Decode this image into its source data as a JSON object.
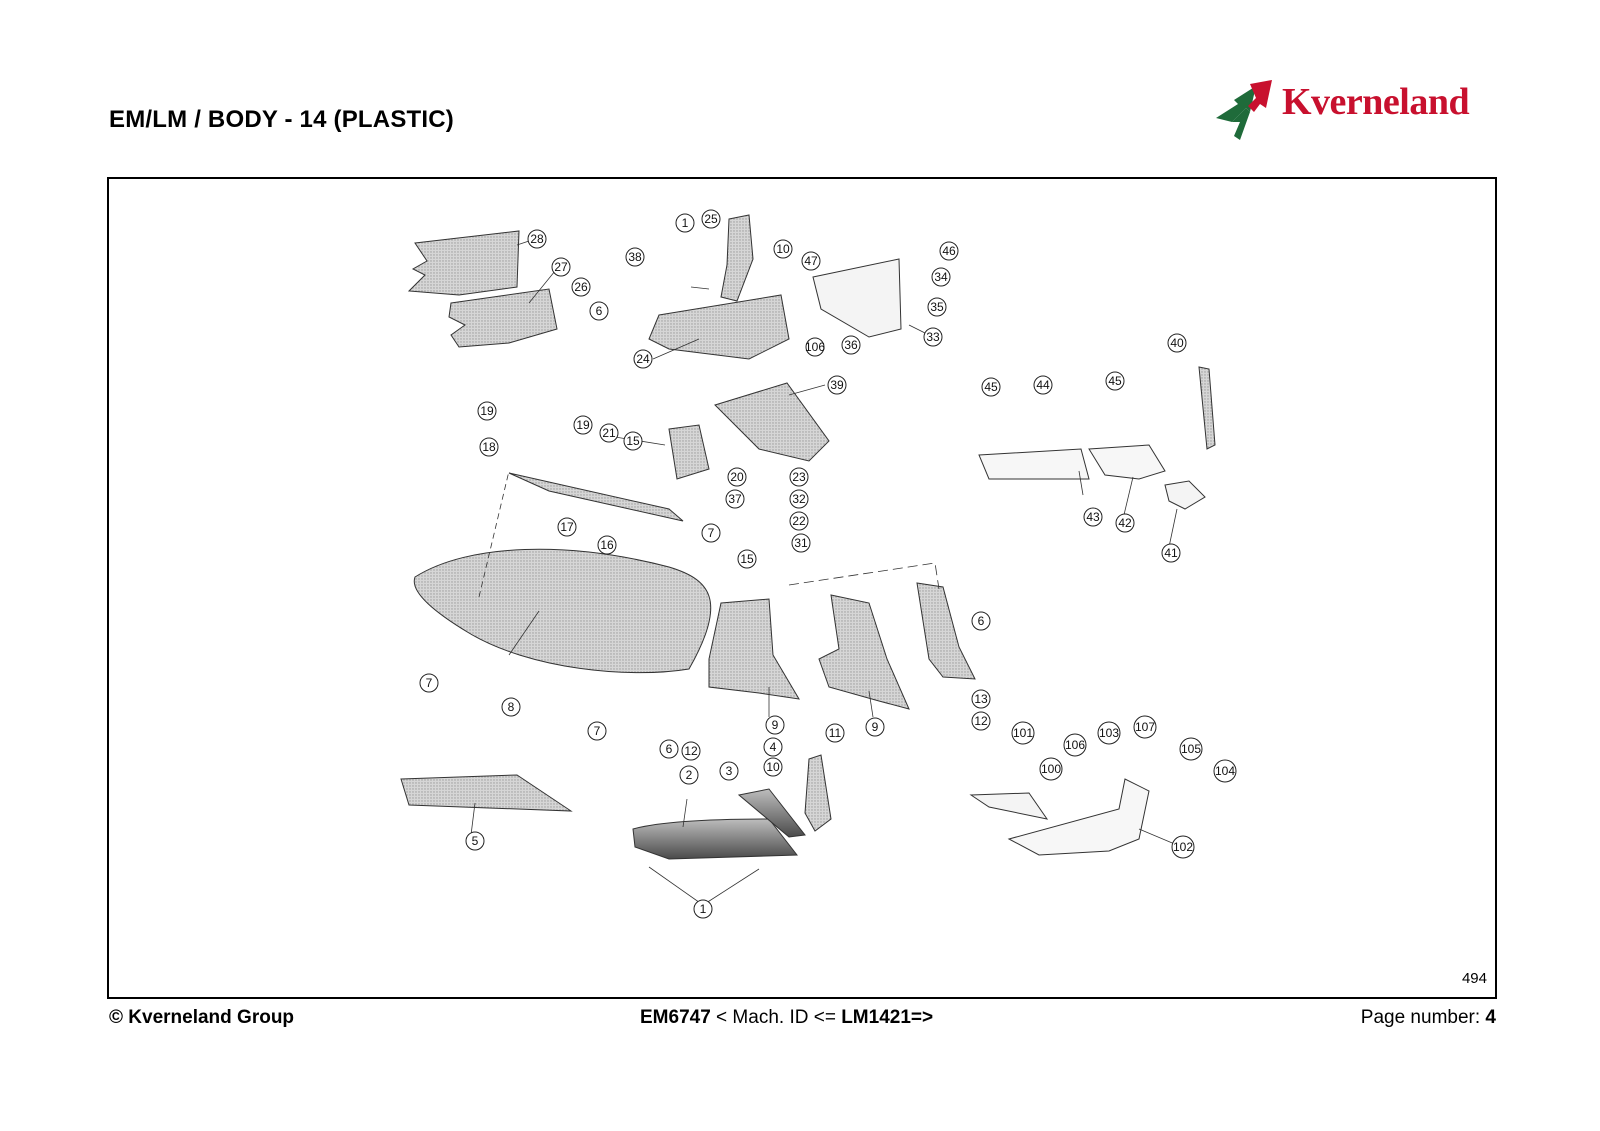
{
  "header": {
    "title": "EM/LM / BODY - 14 (PLASTIC)",
    "logo_text": "Kverneland",
    "colors": {
      "brand_red": "#c8102e",
      "brand_green": "#1f6b3a"
    }
  },
  "drawing": {
    "number": "494",
    "callouts": [
      "1",
      "25",
      "10",
      "38",
      "47",
      "46",
      "34",
      "35",
      "33",
      "36",
      "106",
      "28",
      "27",
      "26",
      "6",
      "24",
      "40",
      "39",
      "45",
      "44",
      "45",
      "19",
      "19",
      "21",
      "15",
      "18",
      "20",
      "23",
      "37",
      "32",
      "43",
      "42",
      "41",
      "17",
      "22",
      "31",
      "7",
      "16",
      "15",
      "6",
      "7",
      "8",
      "9",
      "9",
      "13",
      "12",
      "7",
      "6",
      "12",
      "11",
      "4",
      "10",
      "101",
      "106",
      "103",
      "107",
      "105",
      "104",
      "100",
      "102",
      "2",
      "3",
      "5",
      "1"
    ]
  },
  "footer": {
    "copyright": "© Kverneland Group",
    "em_code": "EM6747",
    "mach_id_text": " < Mach. ID <= ",
    "lm_code": "LM1421=>",
    "page_label": "Page number: ",
    "page_number": "4"
  }
}
